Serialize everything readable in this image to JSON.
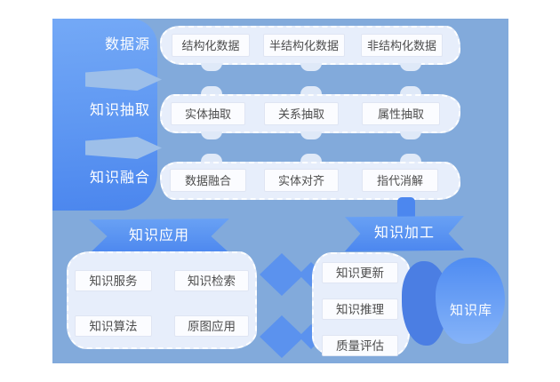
{
  "pipeline": {
    "rows": [
      {
        "label": "数据源",
        "items": [
          "结构化数据",
          "半结构化数据",
          "非结构化数据"
        ]
      },
      {
        "label": "知识抽取",
        "items": [
          "实体抽取",
          "关系抽取",
          "属性抽取"
        ]
      },
      {
        "label": "知识融合",
        "items": [
          "数据融合",
          "实体对齐",
          "指代消解"
        ]
      }
    ]
  },
  "application": {
    "label": "知识应用",
    "items": [
      "知识服务",
      "知识检索",
      "知识算法",
      "原图应用"
    ]
  },
  "processing": {
    "label": "知识加工",
    "items": [
      "知识更新",
      "知识推理",
      "质量评估"
    ]
  },
  "knowledge_base": {
    "label": "知识库"
  },
  "colors": {
    "canvas_bg": "#82aadb",
    "band_top": "#74a9f6",
    "band_bottom": "#4b86ee",
    "container_bg": "#e7eefb",
    "node_bg": "#fbfcff",
    "node_border": "#dfe5f3",
    "node_text": "#4d4d4d",
    "accent_blue": "#4c87ef",
    "diamond_blue": "#5b92ee",
    "kb_dark": "#4b7ee3",
    "kb_bright_top": "#4f8cf2",
    "kb_bright_bottom": "#85b3f8"
  }
}
